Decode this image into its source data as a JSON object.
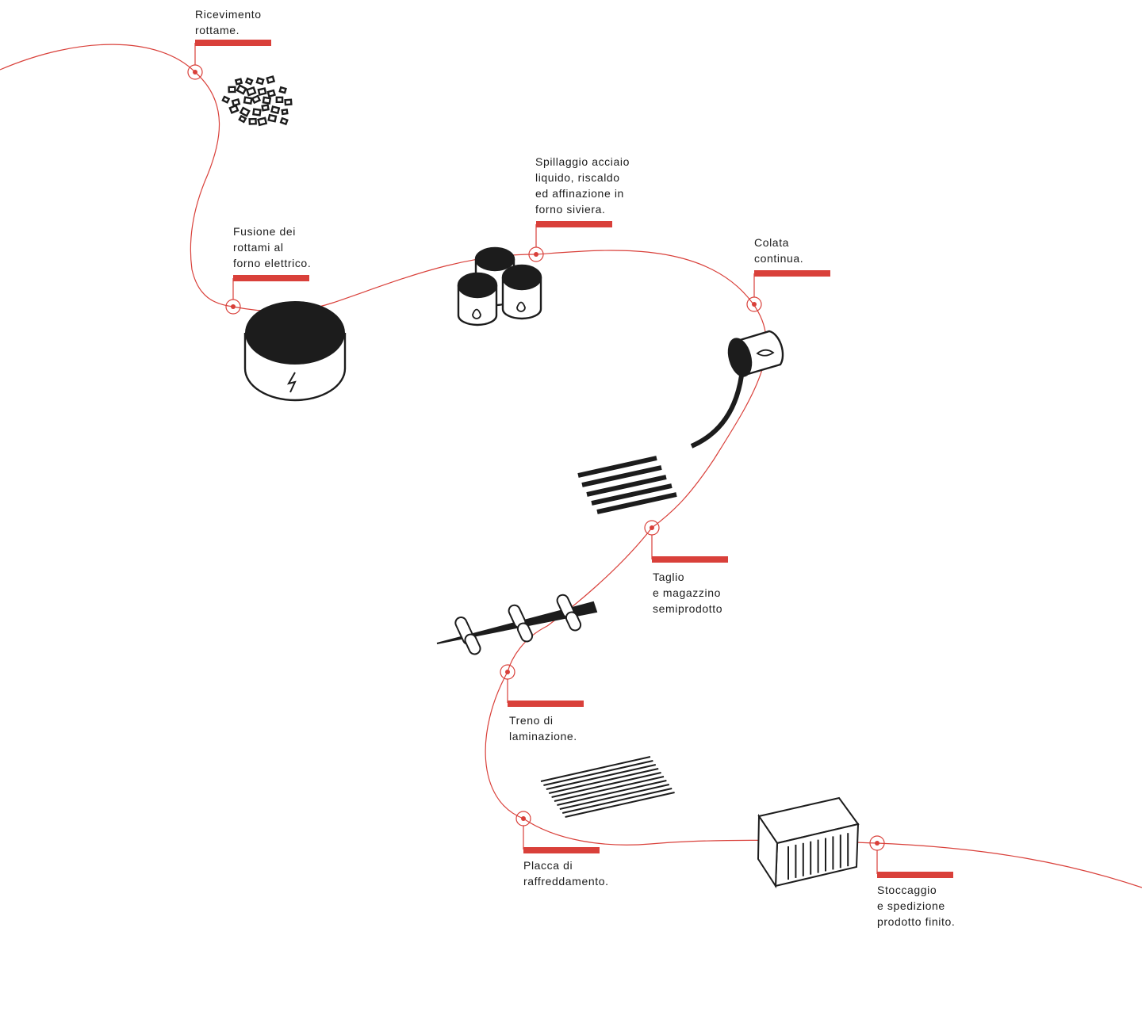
{
  "colors": {
    "accent": "#d9403a",
    "ink": "#1c1c1c",
    "background": "#ffffff"
  },
  "steps": [
    {
      "label": "Ricevimento\nrottame.",
      "icon": "scrap-pile-icon"
    },
    {
      "label": "Fusione dei\nrottami al\nforno elettrico.",
      "icon": "electric-furnace-icon"
    },
    {
      "label": "Spillaggio acciaio\nliquido, riscaldo\ned affinazione in\nforno siviera.",
      "icon": "ladle-furnace-icon"
    },
    {
      "label": "Colata\ncontinua.",
      "icon": "continuous-casting-icon"
    },
    {
      "label": "Taglio\ne magazzino\nsemiprodotto",
      "icon": "billets-icon"
    },
    {
      "label": "Treno di\nlaminazione.",
      "icon": "rolling-mill-icon"
    },
    {
      "label": "Placca di\nraffreddamento.",
      "icon": "cooling-bed-icon"
    },
    {
      "label": "Stoccaggio\ne spedizione\nprodotto finito.",
      "icon": "container-icon"
    }
  ]
}
